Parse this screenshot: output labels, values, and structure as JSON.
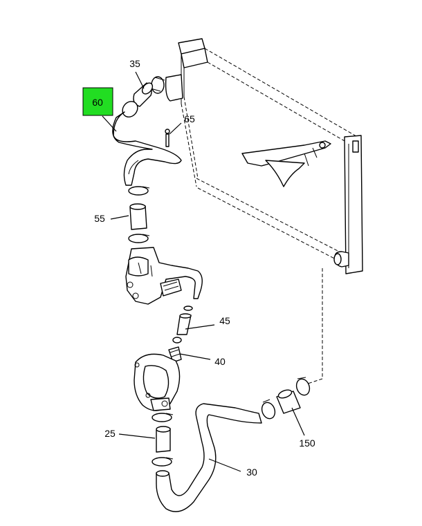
{
  "highlight_color": "#22dd22",
  "callouts": {
    "c60": "60",
    "c35": "35",
    "c65": "65",
    "c55": "55",
    "c45": "45",
    "c40": "40",
    "c25": "25",
    "c150": "150",
    "c30": "30"
  }
}
